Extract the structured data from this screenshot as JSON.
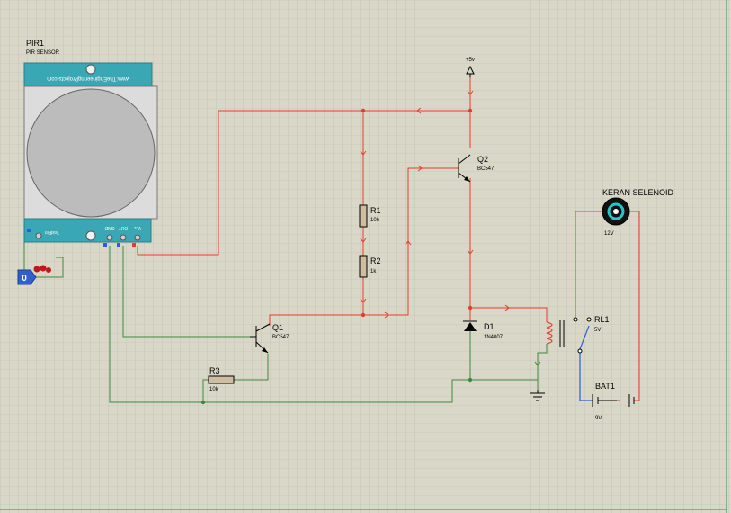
{
  "pir": {
    "ref": "PIR1",
    "name": "PIR SENSOR",
    "url": "www.TheEngineeringProjects.com",
    "testpin": "TestPin",
    "pins": [
      "GND",
      "OUT",
      "Vcc"
    ]
  },
  "logic_probe": {
    "value": "0"
  },
  "power": {
    "label": "+5v"
  },
  "q1": {
    "ref": "Q1",
    "part": "BC547"
  },
  "q2": {
    "ref": "Q2",
    "part": "BC547"
  },
  "r1": {
    "ref": "R1",
    "value": "10k"
  },
  "r2": {
    "ref": "R2",
    "value": "1k"
  },
  "r3": {
    "ref": "R3",
    "value": "10k"
  },
  "d1": {
    "ref": "D1",
    "part": "1N4007"
  },
  "rl1": {
    "ref": "RL1",
    "value": "5V"
  },
  "bat1": {
    "ref": "BAT1",
    "value": "9V"
  },
  "solenoid": {
    "name": "KERAN SELENOID",
    "value": "12V"
  },
  "colors": {
    "background": "#d9d7c8",
    "grid": "#bcbaa9",
    "wire_high": "#e0402a",
    "wire_low": "#3e8a3e",
    "wire_mid": "#2f5fd0",
    "pir_board": "#3aa7b4"
  }
}
